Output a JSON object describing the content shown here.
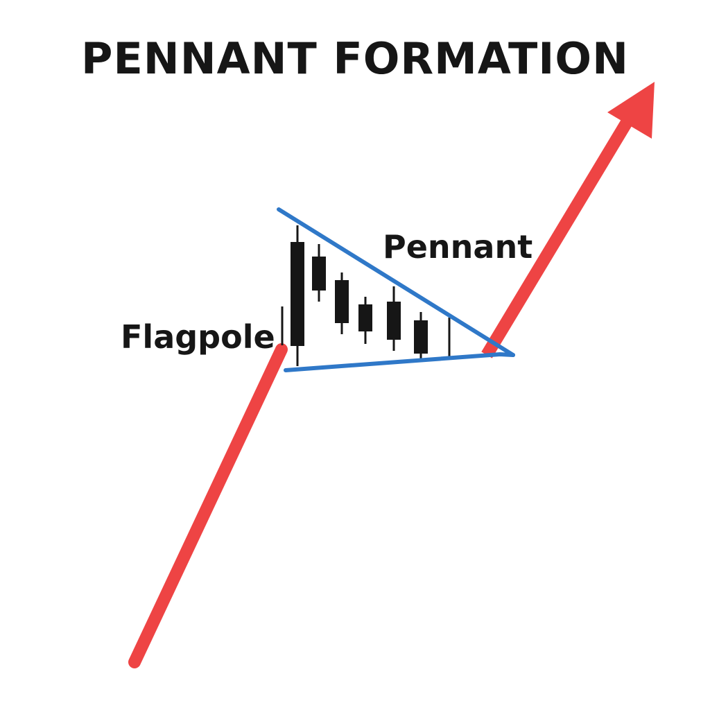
{
  "title": "PENNANT FORMATION",
  "labels": {
    "pennant": "Pennant",
    "flagpole": "Flagpole"
  },
  "colors": {
    "trend_arrow": "#ee4444",
    "trendline": "#2f78c8",
    "candle": "#161616",
    "text": "#161616",
    "background": "#ffffff"
  },
  "icons": {
    "breakout": "arrow-up-right-icon"
  }
}
